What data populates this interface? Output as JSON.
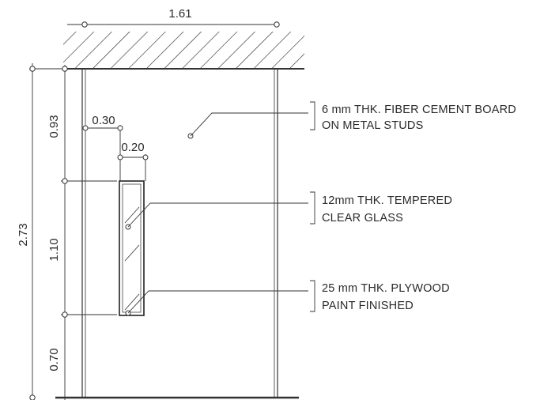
{
  "dimensions": {
    "overall_width": "1.61",
    "total_height": "2.73",
    "top_segment": "0.93",
    "middle_segment": "1.10",
    "bottom_segment": "0.70",
    "offset_from_wall": "0.30",
    "glass_width": "0.20"
  },
  "callouts": [
    {
      "line1": "6 mm THK. FIBER CEMENT BOARD",
      "line2": "ON METAL STUDS"
    },
    {
      "line1": "12mm THK. TEMPERED",
      "line2": "CLEAR GLASS"
    },
    {
      "line1": "25 mm THK. PLYWOOD",
      "line2": "PAINT FINISHED"
    }
  ]
}
